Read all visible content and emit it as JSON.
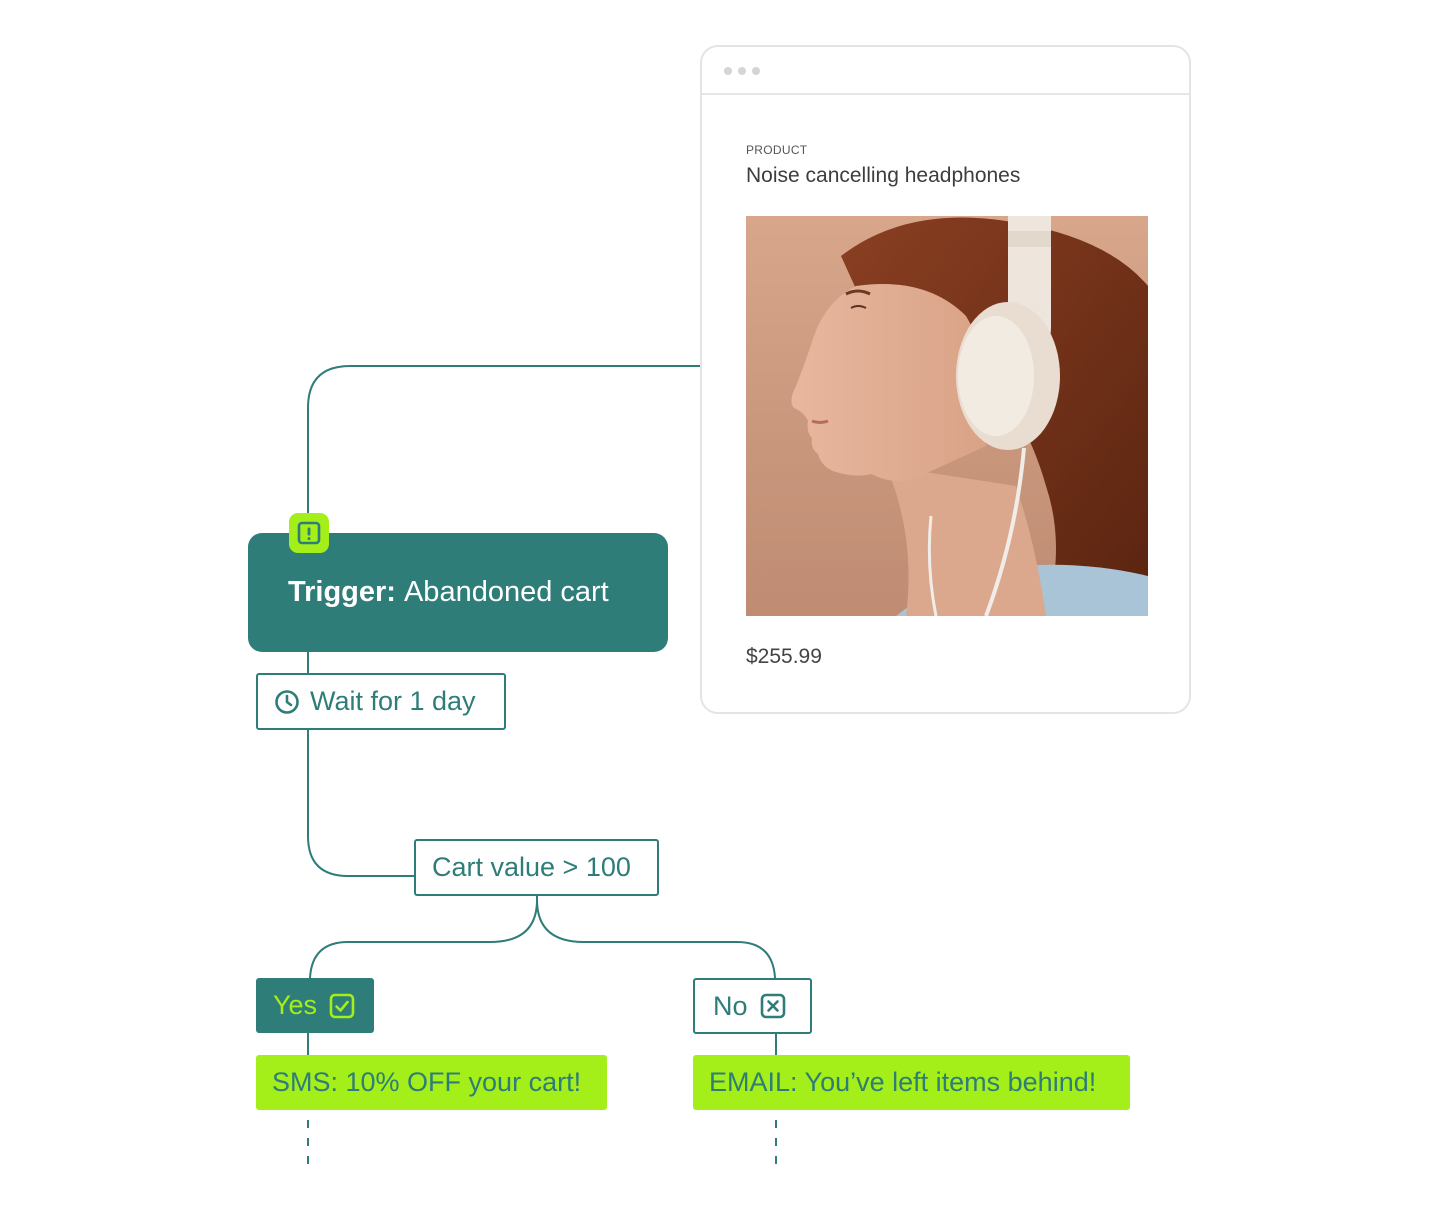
{
  "product_card": {
    "label": "PRODUCT",
    "title": "Noise cancelling headphones",
    "price": "$255.99",
    "image": "woman-profile-wearing-headphones"
  },
  "flow": {
    "trigger": {
      "bold": "Trigger:",
      "text": "Abandoned cart",
      "icon": "alert-icon"
    },
    "wait": {
      "text": "Wait for 1 day",
      "icon": "clock-icon"
    },
    "condition": {
      "text": "Cart value > 100"
    },
    "yes_branch": {
      "label": "Yes",
      "icon": "check-box-icon",
      "action": "SMS: 10% OFF your cart!"
    },
    "no_branch": {
      "label": "No",
      "icon": "x-box-icon",
      "action": "EMAIL: You’ve left items behind!"
    }
  },
  "colors": {
    "teal": "#2e7d79",
    "lime": "#a4ee19",
    "card_border": "#e4e4e4"
  }
}
